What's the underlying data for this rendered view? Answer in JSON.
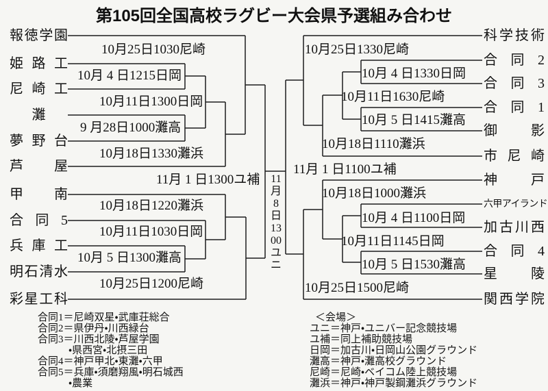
{
  "title": "第105回全国高校ラグビー大会県予選組み合わせ",
  "bracket": {
    "left_teams": [
      "報徳学園",
      "姫路工",
      "尼崎工",
      "灘",
      "夢野台",
      "芦屋",
      "甲南",
      "合同5",
      "兵庫工",
      "明石清水",
      "彩星工科"
    ],
    "right_teams": [
      "科学技術",
      "合同2",
      "合同3",
      "合同1",
      "御影",
      "市尼崎",
      "神戸",
      "六甲アイランド",
      "加古川西",
      "合同4",
      "星陵",
      "関西学院"
    ],
    "left_matches": [
      "10月25日1030尼崎",
      "10月 4 日1215日岡",
      "10月11日1300日岡",
      "9 月28日1000灘高",
      "10月18日1330灘浜",
      "11月 1 日1300ユ補",
      "10月18日1220灘浜",
      "10月11日1030日岡",
      "10月 5 日1300灘高",
      "10月25日1200尼崎"
    ],
    "right_matches": [
      "10月25日1330尼崎",
      "10月 4 日1330日岡",
      "10月11日1630尼崎",
      "10月 5 日1415灘高",
      "10月18日1110灘浜",
      "11月 1 日1100ユ補",
      "10月18日1000灘浜",
      "10月 4 日1100日岡",
      "10月11日1145日岡",
      "10月 5 日1530灘高",
      "10月25日1500尼崎"
    ],
    "final_label": "11月8日1300ユニ"
  },
  "notes": {
    "joint_teams": [
      "合同1＝尼崎双星・武庫荘総合",
      "合同2＝県伊丹・川西緑台",
      "合同3＝川西北陵・芦屋学園",
      "　　　・県西宮・北摂三田",
      "合同4＝神戸甲北・東灘・六甲",
      "合同5＝兵庫・須磨翔風・明石城西",
      "　　　・農業"
    ],
    "venues_header": "＜会場＞",
    "venues": [
      "ユニ＝神戸・ユニバー記念競技場",
      "ユ補＝同上補助競技場",
      "日岡＝加古川・日岡山公園グラウンド",
      "灘高＝神戸・灘高校グラウンド",
      "尼崎＝尼崎・ベイコム陸上競技場",
      "灘浜＝神戸・神戸製鋼灘浜グラウンド"
    ]
  }
}
